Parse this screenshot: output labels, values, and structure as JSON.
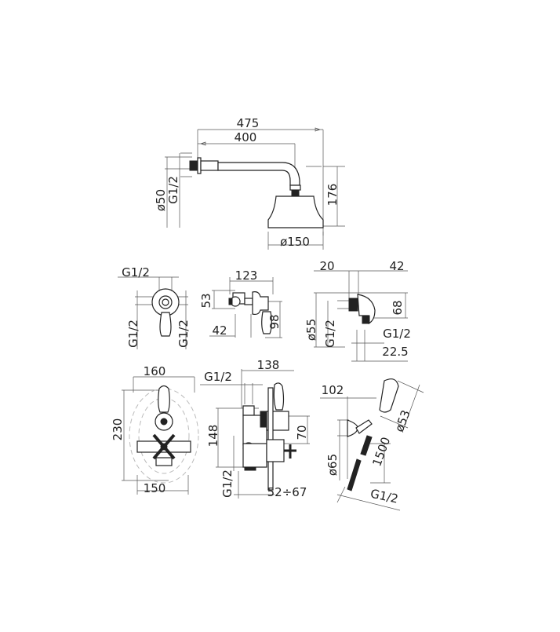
{
  "head_shower": {
    "overall_length": "475",
    "arm_length": "400",
    "flange_diameter": "ø50",
    "thread": "G1/2",
    "height": "176",
    "head_diameter": "ø150"
  },
  "diverter_front": {
    "thread_top": "G1/2",
    "thread_left": "G1/2",
    "thread_right": "G1/2"
  },
  "diverter_side": {
    "depth": "123",
    "height_top": "53",
    "offset": "42",
    "height": "98"
  },
  "wall_elbow": {
    "width_left": "20",
    "width_right": "42",
    "height": "68",
    "diameter": "ø55",
    "thread_left": "G1/2",
    "thread_right": "G1/2",
    "outlet_offset": "22.5"
  },
  "thermostatic_front": {
    "width_top": "160",
    "height": "230",
    "width_bottom": "150"
  },
  "thermostatic_side": {
    "thread_top": "G1/2",
    "depth": "138",
    "height": "148",
    "spacing": "70",
    "thread_bottom": "G1/2",
    "wall_depth": "52÷67"
  },
  "hand_shower": {
    "bracket_offset": "102",
    "head_diameter": "ø53",
    "hose_length": "1500",
    "bracket_diameter": "ø65",
    "thread": "G1/2"
  }
}
